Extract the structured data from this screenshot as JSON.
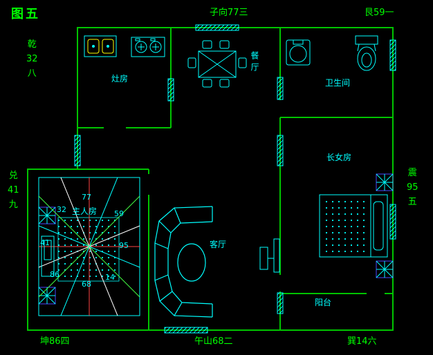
{
  "figure_title": "图五",
  "compass": {
    "top_center": "子向77三",
    "top_right": "艮59一",
    "bottom_left": "坤86四",
    "bottom_center": "午山68二",
    "bottom_right": "巽14六",
    "left_upper": {
      "l1": "乾",
      "l2": "32",
      "l3": "八"
    },
    "left_middle": {
      "l1": "兑",
      "l2": "41",
      "l3": "九"
    },
    "right_middle": {
      "l1": "震",
      "l2": "95",
      "l3": "五"
    }
  },
  "rooms": {
    "kitchen": "灶房",
    "dining": "餐厅",
    "bathroom": "卫生间",
    "daughter": "长女房",
    "master": "主人房",
    "living": "客厅",
    "balcony": "阳台"
  },
  "star_numbers": [
    "77",
    "59",
    "95",
    "14",
    "68",
    "86",
    "41",
    "32"
  ],
  "colors": {
    "wall_green": "#00c400",
    "text_green": "#00ff00",
    "cyan": "#00ffff",
    "blue": "#4848ff",
    "yellow": "#ffff00",
    "background": "#000000"
  }
}
